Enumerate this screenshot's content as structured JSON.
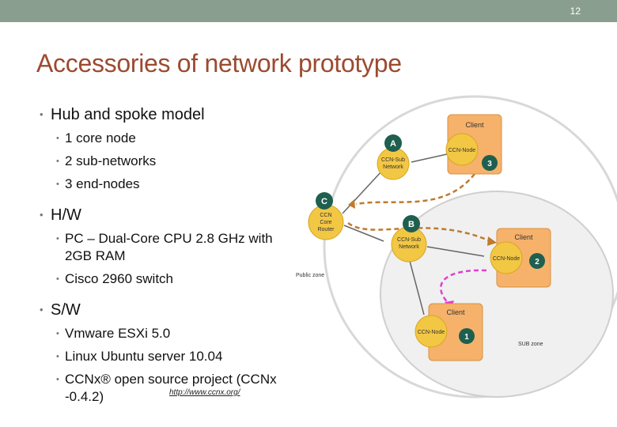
{
  "slide": {
    "page_number": "12",
    "title": "Accessories of network prototype"
  },
  "bullets": {
    "hub": {
      "label": "Hub and spoke model",
      "items": [
        "1 core node",
        "2 sub-networks",
        "3 end-nodes"
      ]
    },
    "hw": {
      "label": "H/W",
      "items": [
        "PC – Dual-Core CPU 2.8 GHz with 2GB RAM",
        "Cisco 2960 switch"
      ]
    },
    "sw": {
      "label": "S/W",
      "items": [
        "Vmware ESXi 5.0",
        "Linux Ubuntu server 10.04",
        "CCNx® open source project (CCNx -0.4.2)"
      ]
    },
    "link": "http://www.ccnx.org/"
  },
  "diagram": {
    "public_zone": "Public zone",
    "sub_zone": "SUB zone",
    "core_badge": "C",
    "core_router": [
      "CCN",
      "Core",
      "Router"
    ],
    "sub_a_badge": "A",
    "sub_b_badge": "B",
    "sub_router": [
      "CCN-Sub",
      "Network"
    ],
    "client_label": "Client",
    "ccn_node_label": "CCN-Node",
    "node_numbers": [
      "3",
      "2",
      "1"
    ],
    "colors": {
      "badge_green": "#1f5f4f",
      "node_yellow": "#f2c744",
      "client_orange": "#f6b26b",
      "dashed_orange": "#c07a2e",
      "dashed_pink": "#e040d0",
      "line_gray": "#666666"
    }
  }
}
